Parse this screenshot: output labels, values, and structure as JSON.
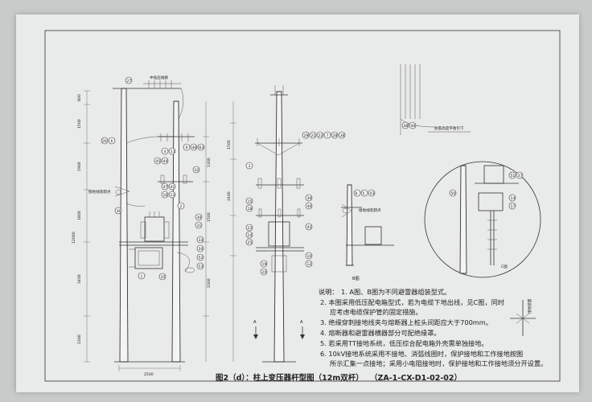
{
  "notes": {
    "heading": "说明：",
    "items": [
      "1. A图、B图为不同避雷器组装型式。",
      "2. 本图采用低压配电箱型式，若为电缆下地出线，见C图，同时",
      "应考虑电缆保护管的固定措施。",
      "3. 绝缘穿刺接地线夹与熔断器上桩头间距应大于700mm。",
      "4. 熔断器和避雷器横器部分可配绝缘罩。",
      "5. 若采用TT接地系统，低压综合配电箱外壳需单独接地。",
      "6. 10kV接地系统采用不接地、消弧线圈时，保护接地和工作接地按图",
      "所示汇集一点接地；采用小电阻接地时，保护接地和工作接地须分开设置。"
    ]
  },
  "title_block": {
    "caption": "图2（d）：柱上变压器杆型图（12m双杆）",
    "code": "（ZA-1-CX-D1-02-02）"
  },
  "view_labels": {
    "a_left": "A",
    "a_right": "A",
    "b": "B图",
    "c": "C图",
    "ground_mark": "接地线装卸点",
    "ground_mark_b": "接地线装卸点",
    "top_label": "中低压线路",
    "inset_label": "防雷高度平衡引下",
    "signal_label": "接地装置"
  },
  "dimensions": {
    "d800": "800",
    "d1500": "1500",
    "d1900": "1900",
    "d1800": "1800",
    "d3400": "3400",
    "d12000": "12000",
    "d2300": "2300",
    "d1500b": "1500",
    "d1300": "1300",
    "d1500c": "1500",
    "d2300b": "2300",
    "d2500": "2500",
    "d2400": "2400"
  },
  "callouts": {
    "c27": "27",
    "c6": "6",
    "c26": "26",
    "c4": "4",
    "c11": "11",
    "c9": "9",
    "c46": "46",
    "c63": "63",
    "c45": "45",
    "c44": "44",
    "c32": "32",
    "c47": "47",
    "c41": "41",
    "c16": "16",
    "c13": "13",
    "c36": "36",
    "c2": "2",
    "c30": "30",
    "c31": "31",
    "c52": "52",
    "c53": "53",
    "c1": "1",
    "c29": "29",
    "c21": "21",
    "c22": "22",
    "c7": "7",
    "c28": "28",
    "c38": "38",
    "c3": "3",
    "c15": "15",
    "c18": "18",
    "c33": "33",
    "c34": "34",
    "c35": "35",
    "c39": "39",
    "c40": "40",
    "c42": "42",
    "c23": "23",
    "c24": "24",
    "c25": "25",
    "c10": "10",
    "c12": "12",
    "c19": "19",
    "c20": "20",
    "c8": "8",
    "c5": "5",
    "c43": "43",
    "c48": "48",
    "c49": "49",
    "c50": "50",
    "c51": "51",
    "c37": "37",
    "c14": "14",
    "c17": "17"
  },
  "colors": {
    "line": "#333333",
    "paper": "#e9eaea",
    "frame": "#c9cbcb"
  }
}
